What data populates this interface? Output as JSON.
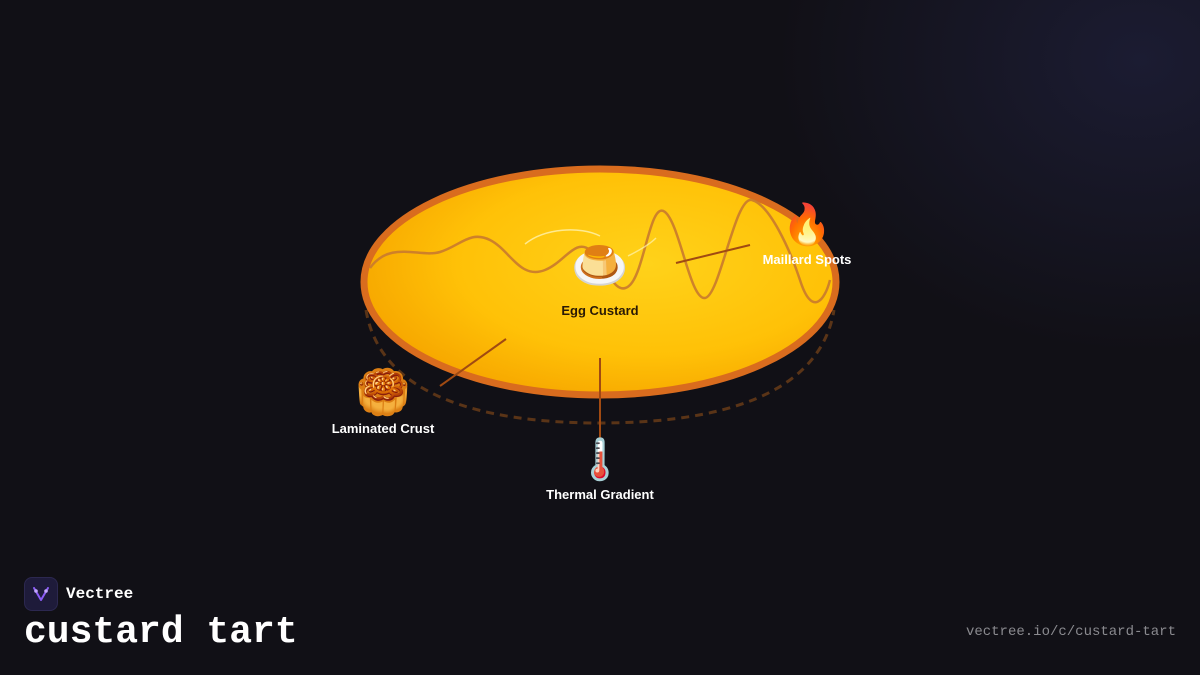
{
  "brand": {
    "name": "Vectree",
    "logo_icon": "vectree-logo-icon",
    "logo_color": "#8b5cf6"
  },
  "title": "custard tart",
  "url": "vectree.io/c/custard-tart",
  "colors": {
    "background": "#111016",
    "tart_fill": "#ffc107",
    "tart_rim": "#d96c1e",
    "connector": "#a04a12",
    "label_dark": "#2a1a05",
    "label_light": "#ffffff"
  },
  "diagram": {
    "center": {
      "label": "Egg Custard",
      "emoji": "🍮",
      "icon": "custard-pudding-icon"
    },
    "nodes": [
      {
        "id": "maillard",
        "label": "Maillard Spots",
        "emoji": "🔥",
        "icon": "fire-icon"
      },
      {
        "id": "crust",
        "label": "Laminated Crust",
        "emoji": "🥮",
        "icon": "mooncake-pastry-icon"
      },
      {
        "id": "thermal",
        "label": "Thermal Gradient",
        "emoji": "🌡️",
        "icon": "thermometer-icon"
      }
    ]
  }
}
